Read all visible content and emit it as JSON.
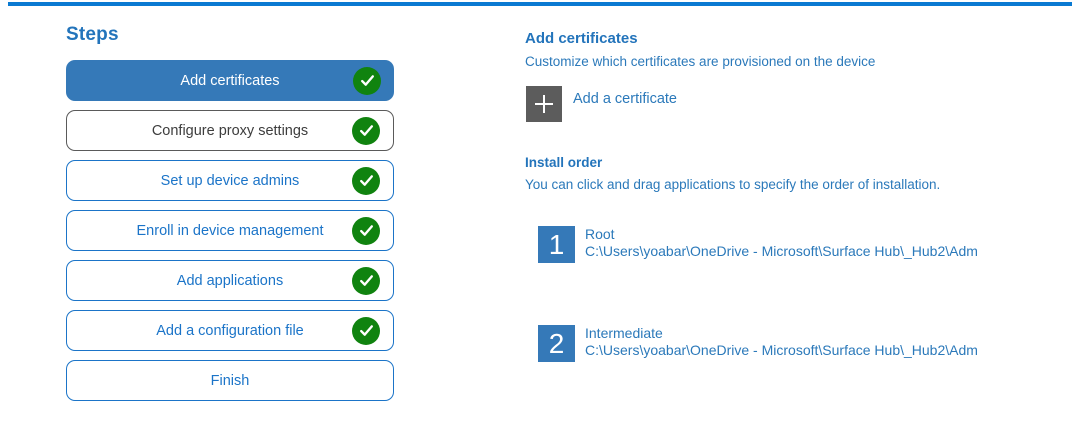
{
  "colors": {
    "top_bar": "#0a7ad2",
    "selected_step_fill": "#3579b8",
    "step_outline_blue": "#1b74c8",
    "step_outline_gray": "#5a5a5a",
    "text_blue": "#2374bb",
    "check_green": "#10830f",
    "plus_square_gray": "#5c5c5c",
    "order_badge_blue": "#3579b8"
  },
  "sidebar": {
    "title": "Steps",
    "steps": [
      {
        "label": "Add certificates",
        "state": "selected",
        "completed": true
      },
      {
        "label": "Configure proxy settings",
        "state": "neutral",
        "completed": true
      },
      {
        "label": "Set up device admins",
        "state": "normal",
        "completed": true
      },
      {
        "label": "Enroll in device management",
        "state": "normal",
        "completed": true
      },
      {
        "label": "Add applications",
        "state": "normal",
        "completed": true
      },
      {
        "label": "Add a configuration file",
        "state": "normal",
        "completed": true
      },
      {
        "label": "Finish",
        "state": "normal",
        "completed": false
      }
    ],
    "check_icon": "check-icon"
  },
  "main": {
    "title": "Add certificates",
    "subtitle": "Customize which certificates are provisioned on the device",
    "add_certificate": {
      "icon": "plus-icon",
      "label": "Add a certificate"
    },
    "install_order": {
      "heading": "Install order",
      "description": "You can click and drag applications to specify the order of installation.",
      "items": [
        {
          "order": "1",
          "name": "Root",
          "path": "C:\\Users\\yoabar\\OneDrive - Microsoft\\Surface Hub\\_Hub2\\Adm"
        },
        {
          "order": "2",
          "name": "Intermediate",
          "path": "C:\\Users\\yoabar\\OneDrive - Microsoft\\Surface Hub\\_Hub2\\Adm"
        }
      ]
    }
  }
}
